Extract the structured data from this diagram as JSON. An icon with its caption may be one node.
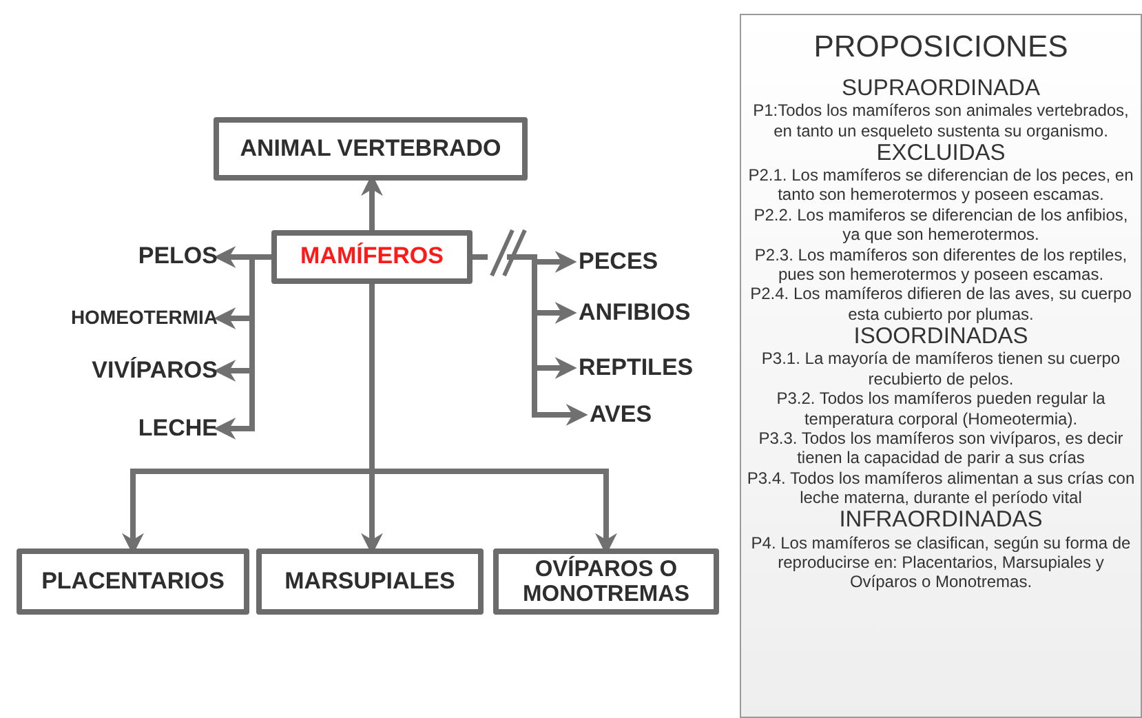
{
  "diagram": {
    "nodes": [
      {
        "text": [
          "ANIMAL VERTEBRADO"
        ]
      },
      {
        "text": [
          "MAMÍFEROS"
        ]
      },
      {
        "text": [
          "PELOS"
        ]
      },
      {
        "text": [
          "HOMEOTERMIA"
        ]
      },
      {
        "text": [
          "VIVÍPAROS"
        ]
      },
      {
        "text": [
          "LECHE"
        ]
      },
      {
        "text": [
          "PECES"
        ]
      },
      {
        "text": [
          "ANFIBIOS"
        ]
      },
      {
        "text": [
          "REPTILES"
        ]
      },
      {
        "text": [
          "AVES"
        ]
      },
      {
        "text": [
          "PLACENTARIOS"
        ]
      },
      {
        "text": [
          "MARSUPIALES"
        ]
      },
      {
        "text": [
          "OVÍPAROS O MONOTREMAS"
        ]
      },
      {
        "text": [
          "PROPOSICIONES"
        ]
      },
      {
        "text": [
          "SUPRAORDINADA",
          "P1:Todos los mamíferos son animales vertebrados, en tanto un esqueleto sustenta su organismo."
        ],
        "in": 13
      },
      {
        "text": [
          "EXCLUIDAS",
          "P2.1. Los mamíferos se diferencian de los peces, en tanto son hemerotermos y poseen escamas.",
          "P2.2. Los mamiferos se diferencian de los anfibios, ya que son hemerotermos.",
          "P2.3. Los mamíferos son diferentes de los reptiles, pues son hemerotermos y poseen escamas.",
          "P2.4. Los mamíferos difieren de las aves, su cuerpo esta cubierto por plumas."
        ],
        "in": 13
      },
      {
        "text": [
          "ISOORDINADAS",
          "P3.1. La mayoría de mamíferos tienen su cuerpo recubierto de pelos.",
          "P3.2. Todos los mamíferos pueden regular la temperatura corporal (Homeotermia).",
          "P3.3. Todos los mamíferos son vivíparos, es decir tienen la capacidad de parir a sus crías",
          "P3.4. Todos los mamíferos alimentan a sus crías con leche materna, durante el período vital"
        ],
        "in": 13
      },
      {
        "text": [
          "INFRAORDINADAS",
          "P4. Los mamíferos se clasifican, según su forma de reproducirse en: Placentarios, Marsupiales y Ovíparos o Monotremas."
        ],
        "in": 13
      }
    ],
    "edges": [
      {
        "from": 1,
        "to": 0,
        "arrow": "to"
      },
      {
        "from": 1,
        "to": 2,
        "arrow": "to"
      },
      {
        "from": 1,
        "to": 3,
        "arrow": "to"
      },
      {
        "from": 1,
        "to": 4,
        "arrow": "to"
      },
      {
        "from": 1,
        "to": 5,
        "arrow": "to"
      },
      {
        "from": 1,
        "to": 6,
        "arrow": "to"
      },
      {
        "from": 1,
        "to": 7,
        "arrow": "to"
      },
      {
        "from": 1,
        "to": 8,
        "arrow": "to"
      },
      {
        "from": 1,
        "to": 9,
        "arrow": "to"
      },
      {
        "from": 1,
        "to": 10,
        "arrow": "to"
      },
      {
        "from": 1,
        "to": 11,
        "arrow": "to"
      },
      {
        "from": 1,
        "to": 12,
        "arrow": "to"
      }
    ]
  }
}
